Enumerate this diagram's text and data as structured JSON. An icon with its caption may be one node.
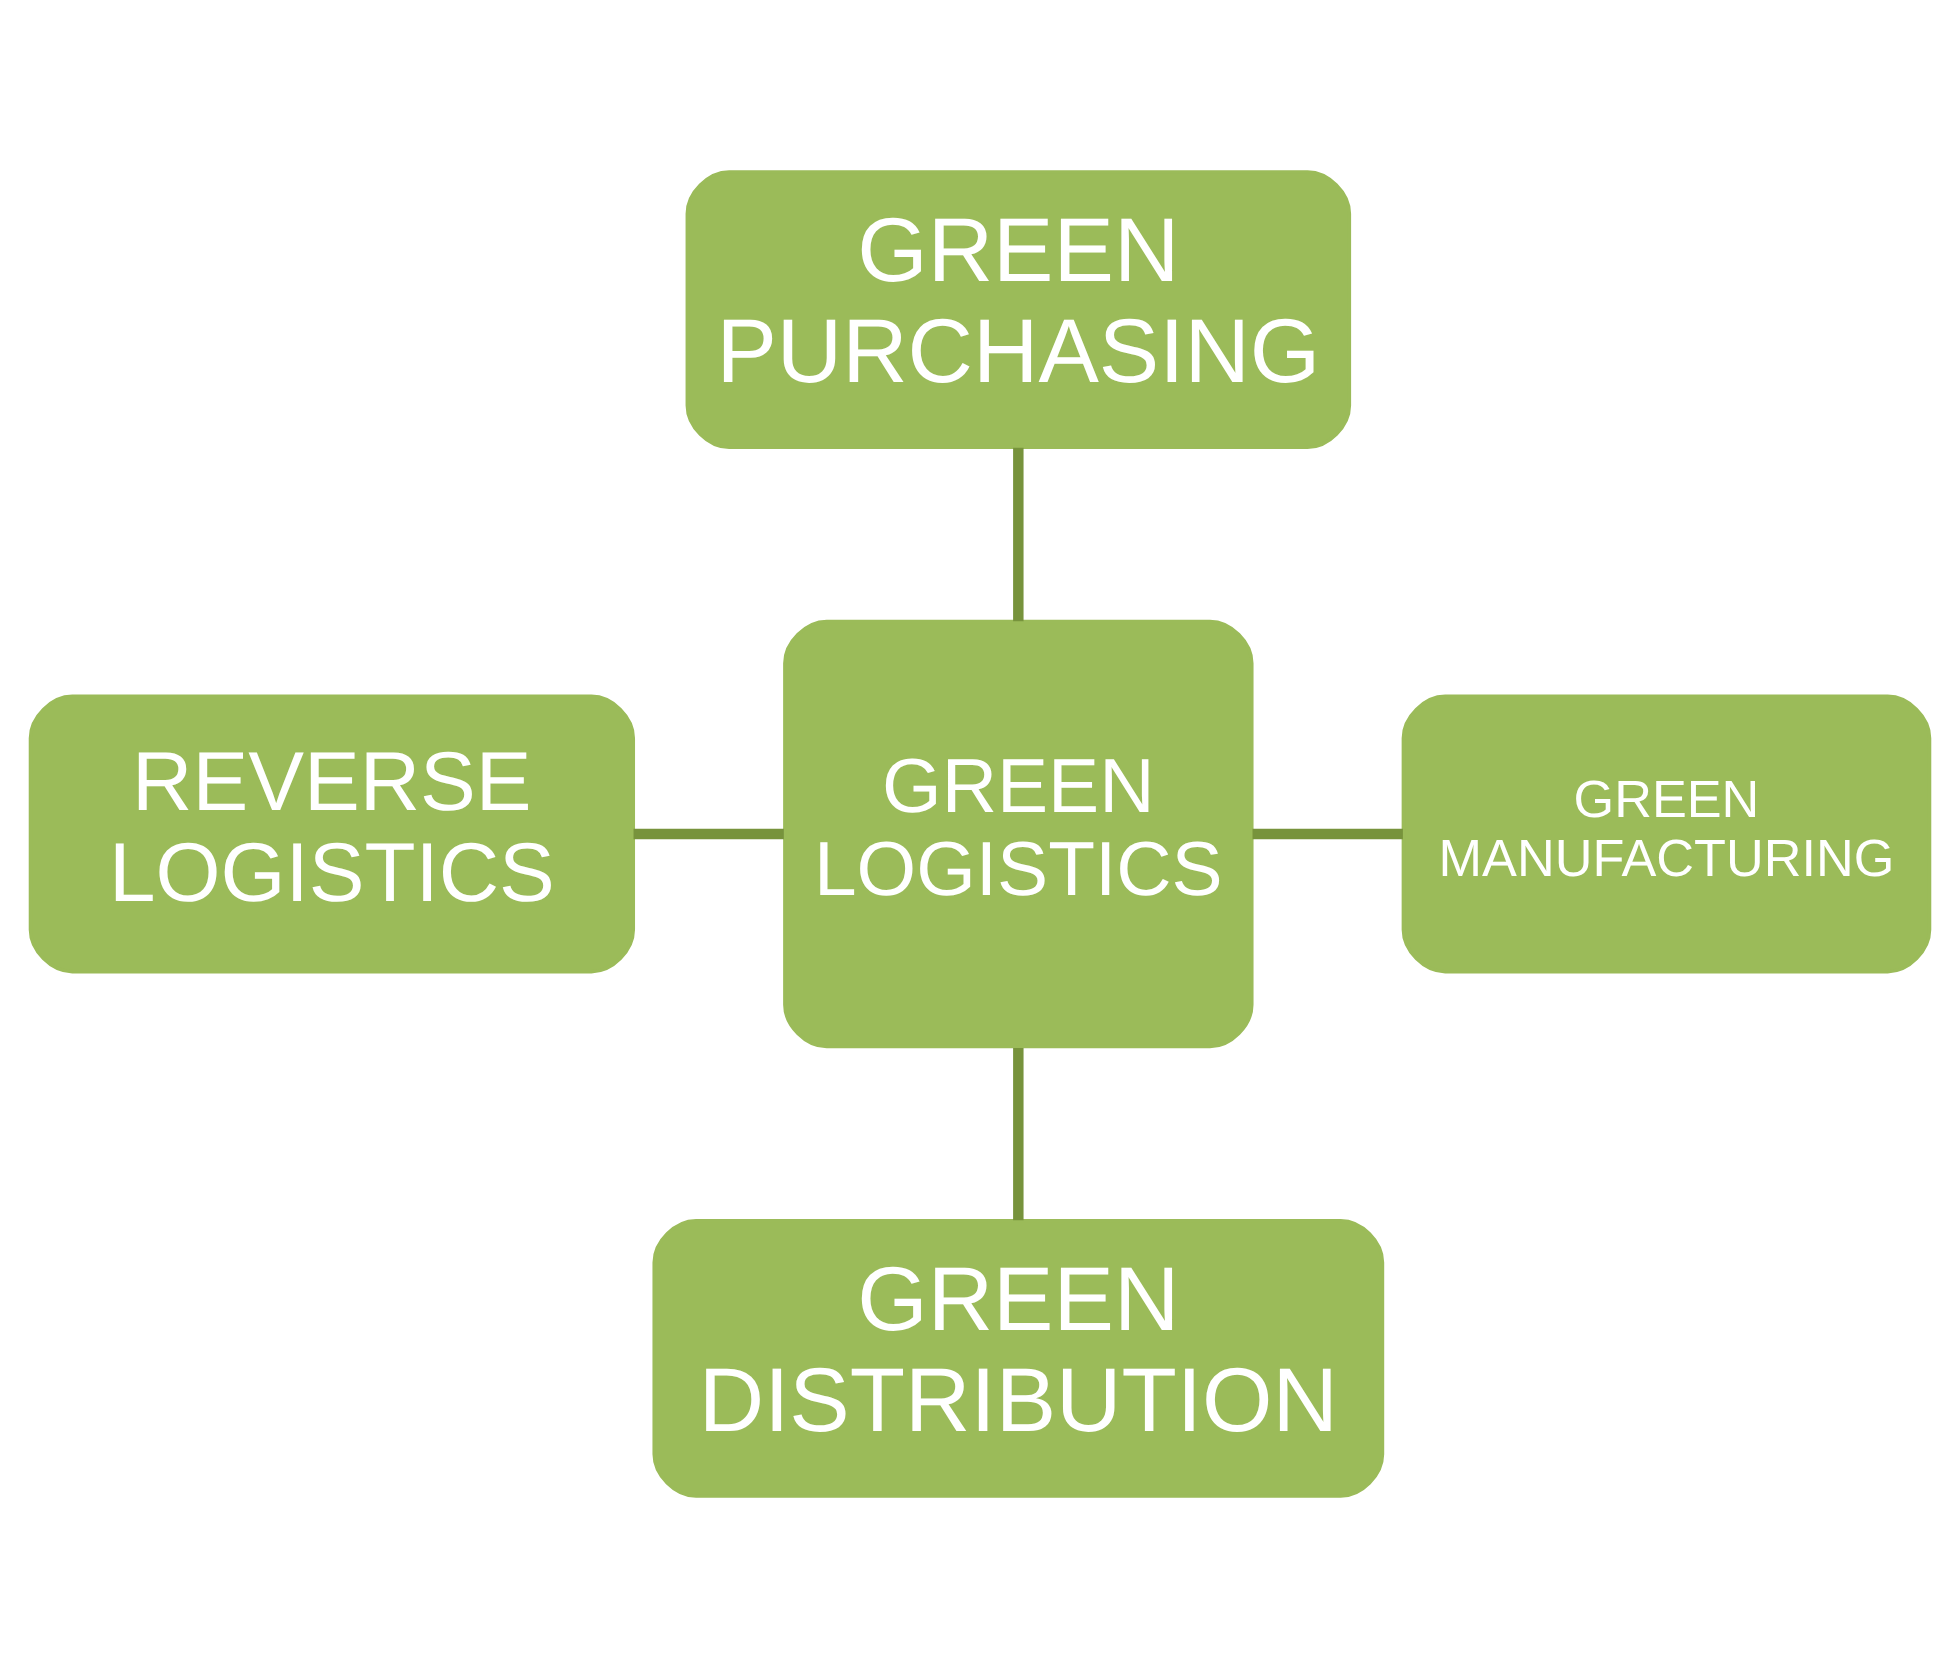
{
  "diagram": {
    "nodes": [
      {
        "text": [
          "GREEN PURCHASING"
        ]
      },
      {
        "text": [
          "REVERSE LOGISTICS"
        ]
      },
      {
        "text": [
          "GREEN LOGISTICS"
        ]
      },
      {
        "text": [
          "GREEN MANUFACTURING"
        ]
      },
      {
        "text": [
          "GREEN DISTRIBUTION"
        ]
      }
    ],
    "edges": [
      {
        "from": 0,
        "to": 2,
        "arrow": "none"
      },
      {
        "from": 1,
        "to": 2,
        "arrow": "none"
      },
      {
        "from": 2,
        "to": 3,
        "arrow": "none"
      },
      {
        "from": 2,
        "to": 4,
        "arrow": "none"
      }
    ]
  }
}
